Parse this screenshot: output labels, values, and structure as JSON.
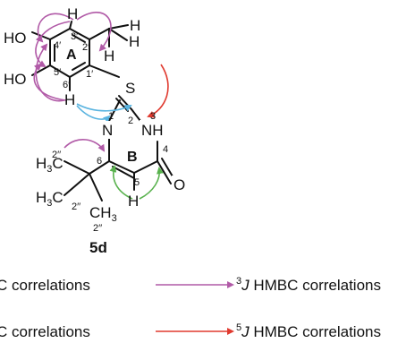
{
  "structure": {
    "atoms": {
      "ho_top": "HO",
      "ho_bottom": "HO",
      "s": "S",
      "n1": "N",
      "nh": "NH",
      "o": "O",
      "h_3p": "H",
      "h_6p": "H",
      "h_5": "H",
      "h_me_a": "H",
      "h_me_b": "H",
      "h_me_c": "H",
      "h3c_top_h": "H",
      "h3c_top_sub": "3",
      "h3c_top_c": "C",
      "h3c_mid_h": "H",
      "h3c_mid_sub": "3",
      "h3c_mid_c": "C",
      "ch3_ch": "CH",
      "ch3_sub": "3"
    },
    "numbers": {
      "n_4p": "4′",
      "n_3p": "3′",
      "n_2p": "2′",
      "n_1p": "1′",
      "n_5p": "5′",
      "n_6p": "6′",
      "n_1": "1",
      "n_2": "2",
      "n_3": "3",
      "n_4": "4",
      "n_5": "5",
      "n_6": "6",
      "n_2pp_a": "2′′",
      "n_2pp_b": "2′′",
      "n_2pp_c": "2′′"
    },
    "ring_labels": {
      "a": "A",
      "b": "B"
    },
    "compound_label": "5d"
  },
  "legend": {
    "items": [
      {
        "text_left": "C correlations",
        "sup": "3",
        "italic": "J",
        "text_right": " HMBC correlations",
        "color": "#b15aa7"
      },
      {
        "text_left": "C correlations",
        "sup": "5",
        "italic": "J",
        "text_right": " HMBC correlations",
        "color": "#e03a2f"
      }
    ]
  },
  "colors": {
    "hmbc_3j": "#b15aa7",
    "hmbc_5j": "#e03a2f",
    "cosy_blue": "#5ab4e0",
    "noe_green": "#59b24e",
    "bond": "#111111"
  }
}
